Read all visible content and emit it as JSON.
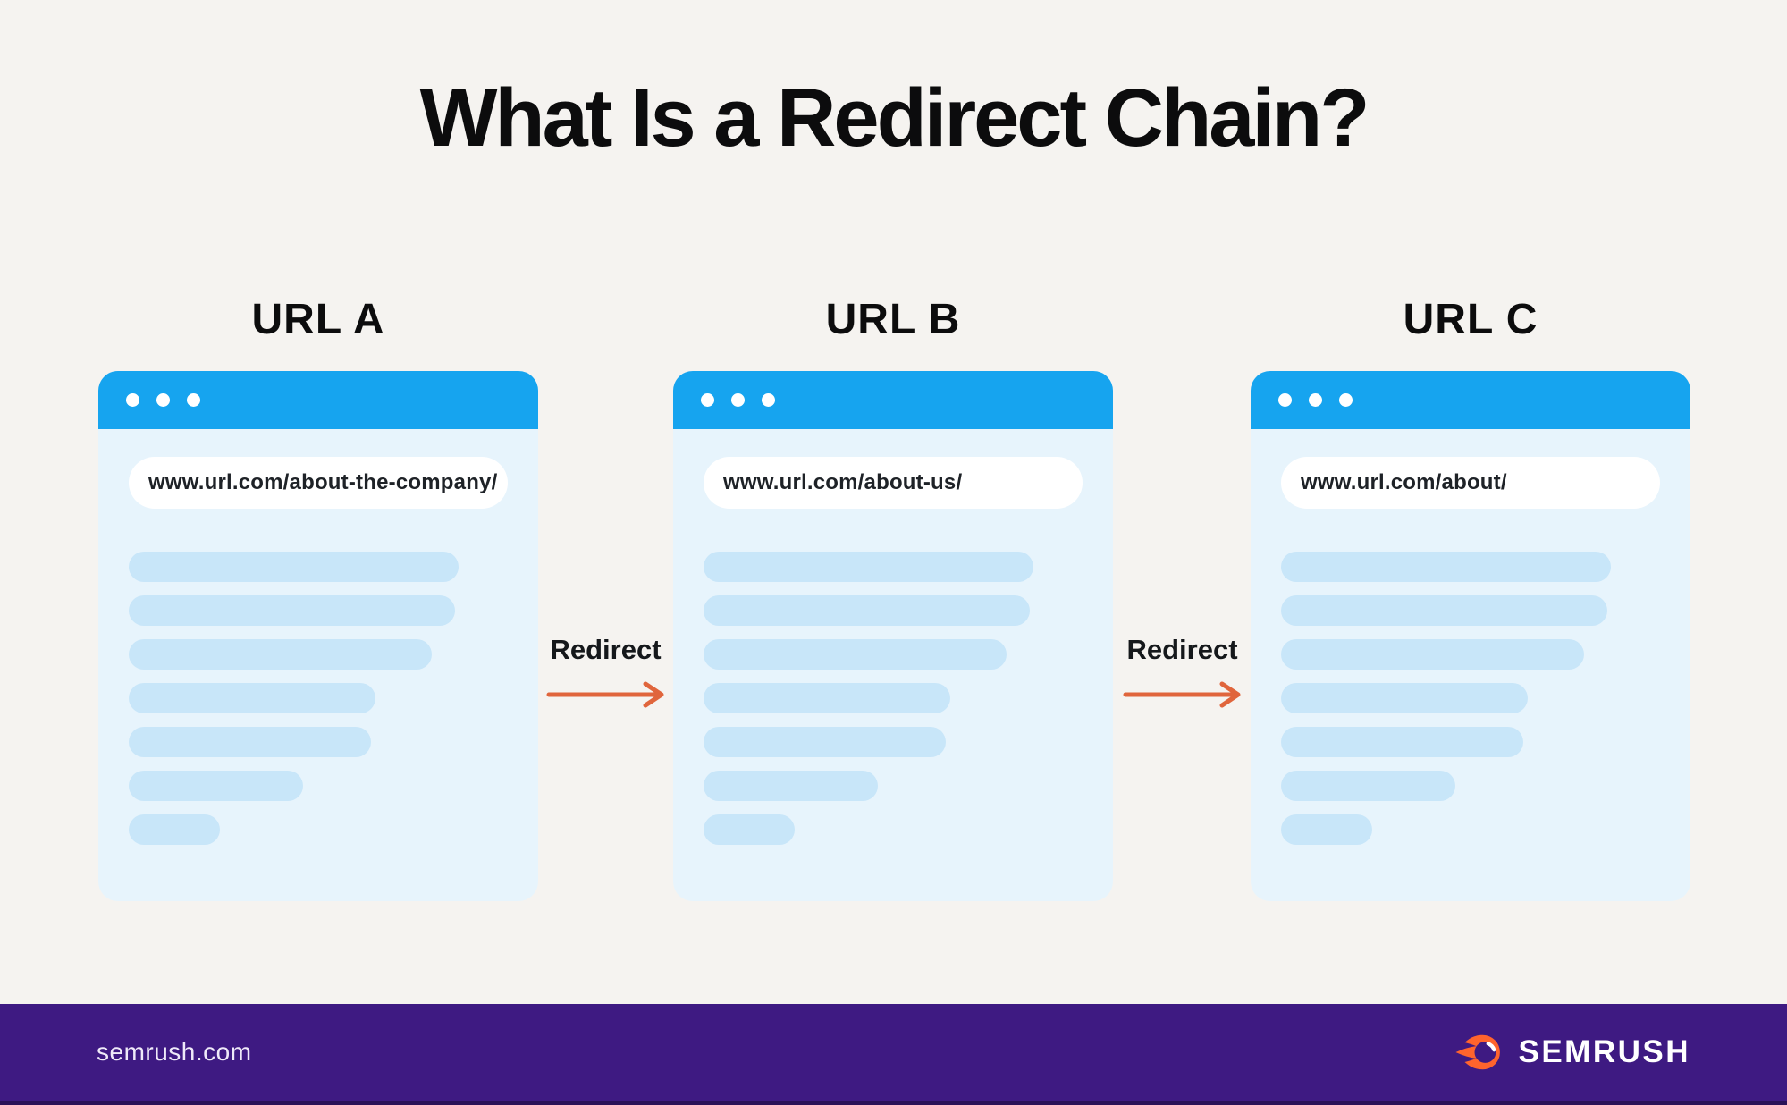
{
  "page": {
    "title": "What Is a Redirect Chain?"
  },
  "colors": {
    "page_bg": "#F5F3F0",
    "title_text": "#0C0C0D",
    "titlebar_blue": "#16A4EF",
    "body_blue": "#E7F4FC",
    "bar_blue": "#C8E6F9",
    "address_bg": "#FFFFFF",
    "address_text": "#1E2227",
    "dot_white": "#FFFFFF",
    "arrow_orange": "#E0653C",
    "footer_purple": "#3E1A82",
    "footer_edge": "#2A1157",
    "footer_text": "#EFEAF9",
    "logo_orange": "#FF642D",
    "wordmark_white": "#FFFFFF"
  },
  "browsers": [
    {
      "label": "URL A",
      "address": "www.url.com/about-the-company/",
      "content_bar_widths_pct": [
        87,
        86,
        80,
        65,
        64,
        46,
        24
      ]
    },
    {
      "label": "URL B",
      "address": "www.url.com/about-us/",
      "content_bar_widths_pct": [
        87,
        86,
        80,
        65,
        64,
        46,
        24
      ]
    },
    {
      "label": "URL C",
      "address": "www.url.com/about/",
      "content_bar_widths_pct": [
        87,
        86,
        80,
        65,
        64,
        46,
        24
      ]
    }
  ],
  "redirects": [
    {
      "label": "Redirect"
    },
    {
      "label": "Redirect"
    }
  ],
  "footer": {
    "site": "semrush.com",
    "brand": "SEMRUSH"
  }
}
